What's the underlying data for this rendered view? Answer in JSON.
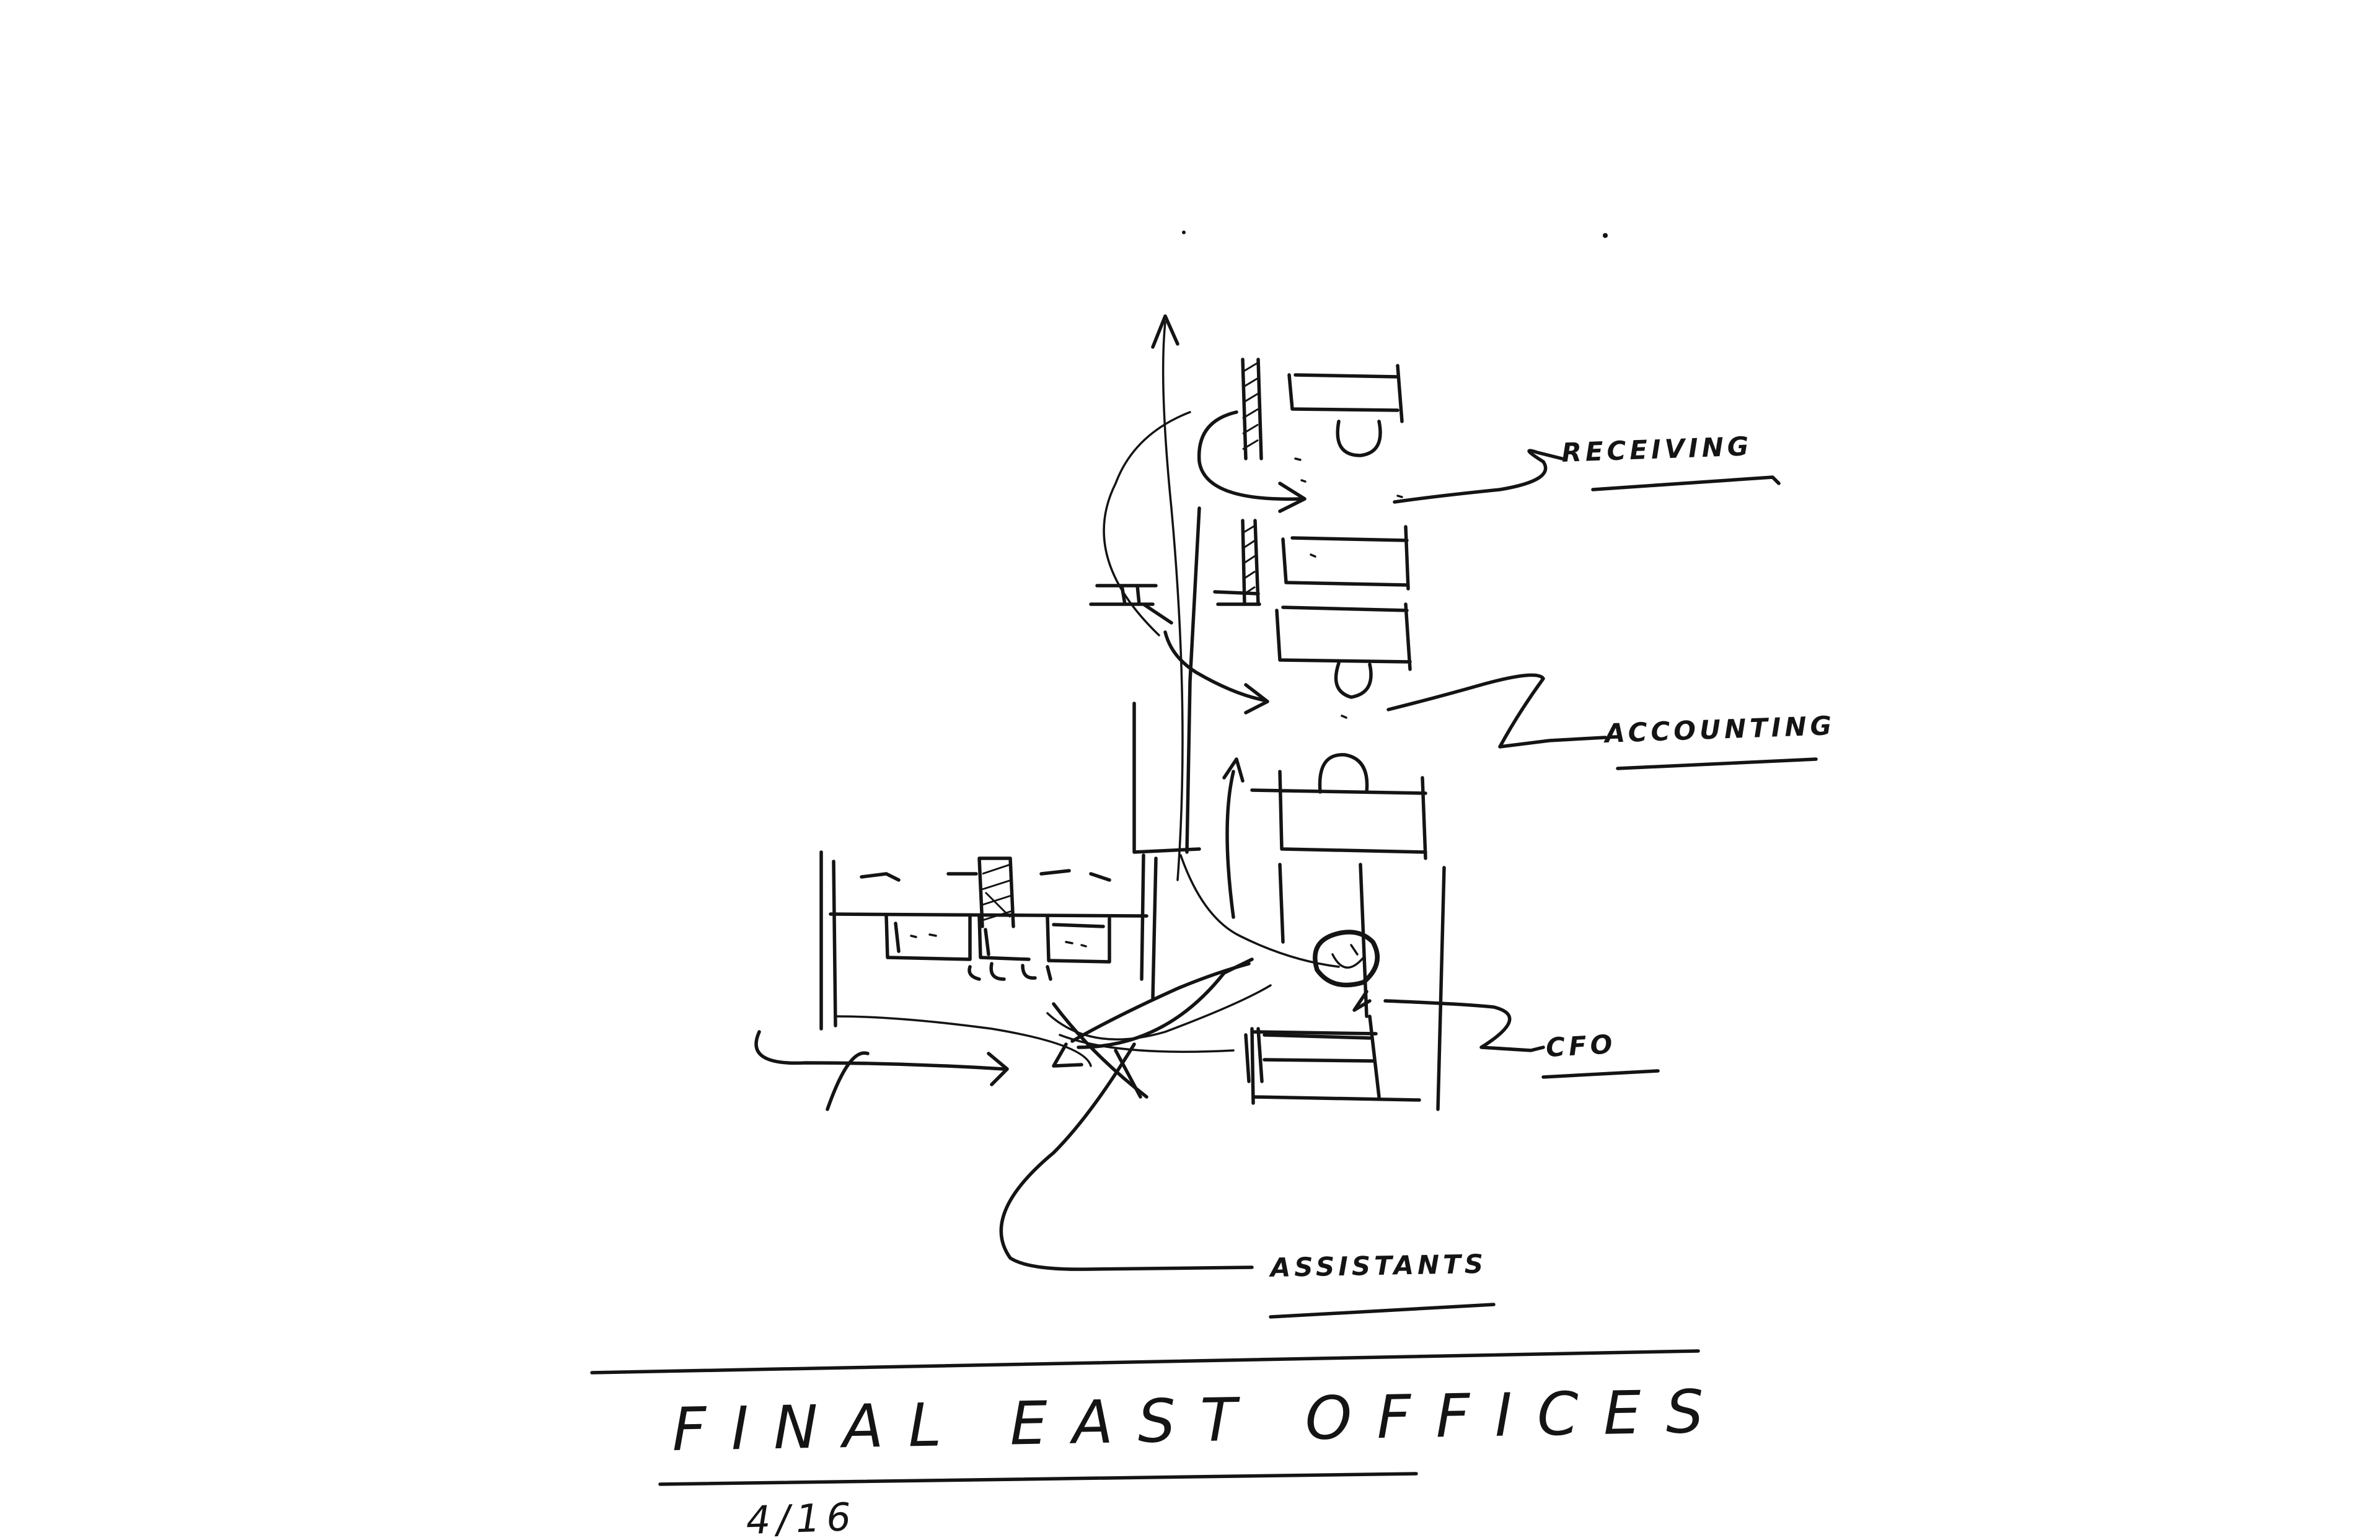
{
  "sheet": {
    "title": "FINAL EAST OFFICES",
    "date": "4/16"
  },
  "labels": {
    "receiving": "RECEIVING",
    "accounting": "ACCOUNTING",
    "cfo": "CFO",
    "assistants": "ASSISTANTS"
  },
  "colors": {
    "ink": "#141414",
    "paper": "#ffffff"
  }
}
